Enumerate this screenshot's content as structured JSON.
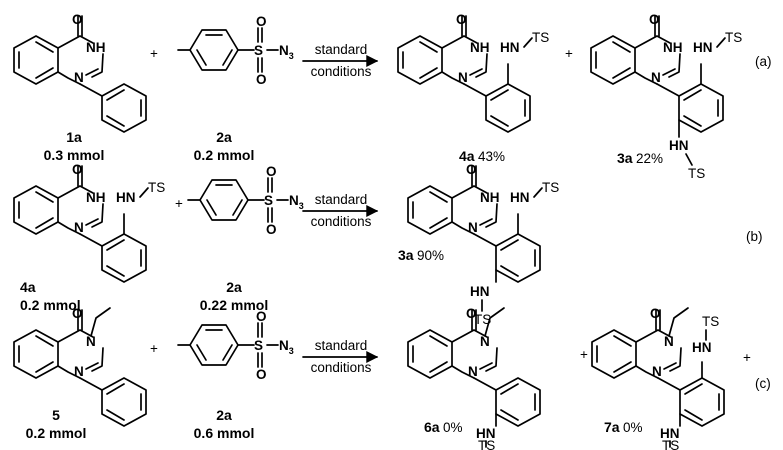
{
  "atoms": {
    "O": "O",
    "NH": "NH",
    "N": "N",
    "HN": "HN",
    "TS": "TS",
    "S": "S",
    "N3_main": "N",
    "N3_sub": "3",
    "Me_label": ""
  },
  "common": {
    "plus": "+",
    "arrow_top": "standard",
    "arrow_bottom": "conditions"
  },
  "row_a": {
    "tag": "(a)",
    "c1": "1a",
    "c1_amount": "0.3 mmol",
    "c2": "2a",
    "c2_amount": "0.2 mmol",
    "p1": "4a",
    "p1_yield": "43%",
    "p2": "3a",
    "p2_yield": "22%"
  },
  "row_b": {
    "tag": "(b)",
    "c1": "4a",
    "c1_amount": "0.2 mmol",
    "c2": "2a",
    "c2_amount": "0.22 mmol",
    "p1": "3a",
    "p1_yield": "90%"
  },
  "row_c": {
    "tag": "(c)",
    "c1": "5",
    "c1_amount": "0.2 mmol",
    "c2": "2a",
    "c2_amount": "0.6 mmol",
    "p1": "6a",
    "p1_yield": "0%",
    "p2": "7a",
    "p2_yield": "0%"
  }
}
